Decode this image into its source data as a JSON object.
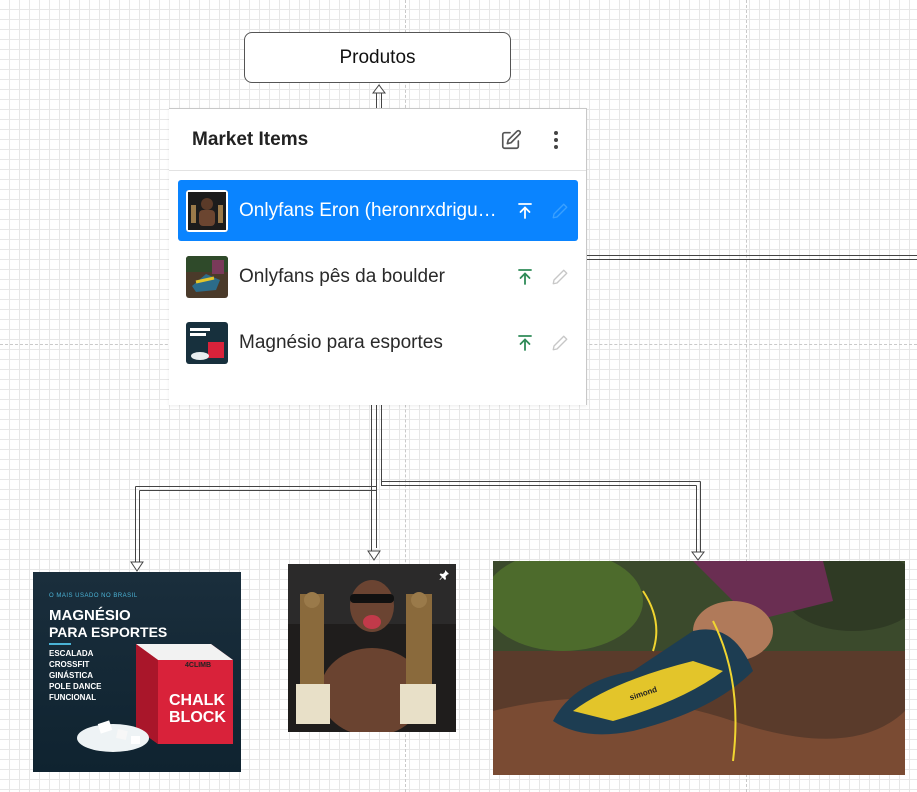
{
  "canvas": {
    "root_node": {
      "label": "Produtos"
    }
  },
  "panel": {
    "title": "Market Items",
    "header_actions": [
      {
        "name": "edit-list-icon"
      },
      {
        "name": "more-vertical-icon"
      }
    ],
    "items": [
      {
        "label": "Onlyfans Eron (heronrxdriguesss)",
        "selected": true
      },
      {
        "label": "Onlyfans pês da boulder",
        "selected": false
      },
      {
        "label": "Magnésio para esportes",
        "selected": false
      }
    ]
  },
  "images": {
    "chalk_ad": {
      "tagline": "O MAIS USADO NO BRASIL",
      "headline": [
        "MAGNÉSIO",
        "PARA ESPORTES"
      ],
      "uses": [
        "ESCALADA",
        "CROSSFIT",
        "GINÁSTICA",
        "POLE DANCE",
        "FUNCIONAL"
      ],
      "brand": "4CLIMB",
      "product": [
        "CHALK",
        "BLOCK"
      ]
    },
    "bodybuilder_photo": {
      "pinned": true
    },
    "climbing_shoe_photo": {
      "shoe_brand": "simond"
    }
  },
  "colors": {
    "selection": "#0a84ff",
    "action_green": "#2e8b57",
    "disabled_edit": "#c7c7c7",
    "chalk_red": "#d9223a"
  }
}
